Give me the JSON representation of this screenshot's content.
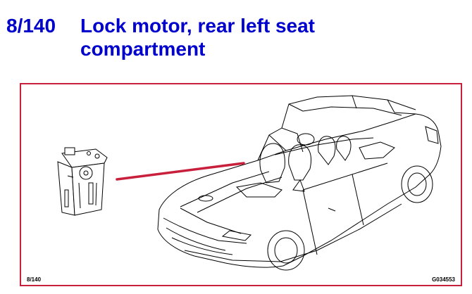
{
  "header": {
    "number": "8/140",
    "title": "Lock motor, rear left seat compartment"
  },
  "figure": {
    "number_label": "8/140",
    "code_label": "G034553",
    "colors": {
      "frame": "#c8203c",
      "pointer": "#c8203c",
      "title": "#0000cc"
    },
    "icons": [
      "lock-motor-icon",
      "convertible-car-icon"
    ]
  }
}
